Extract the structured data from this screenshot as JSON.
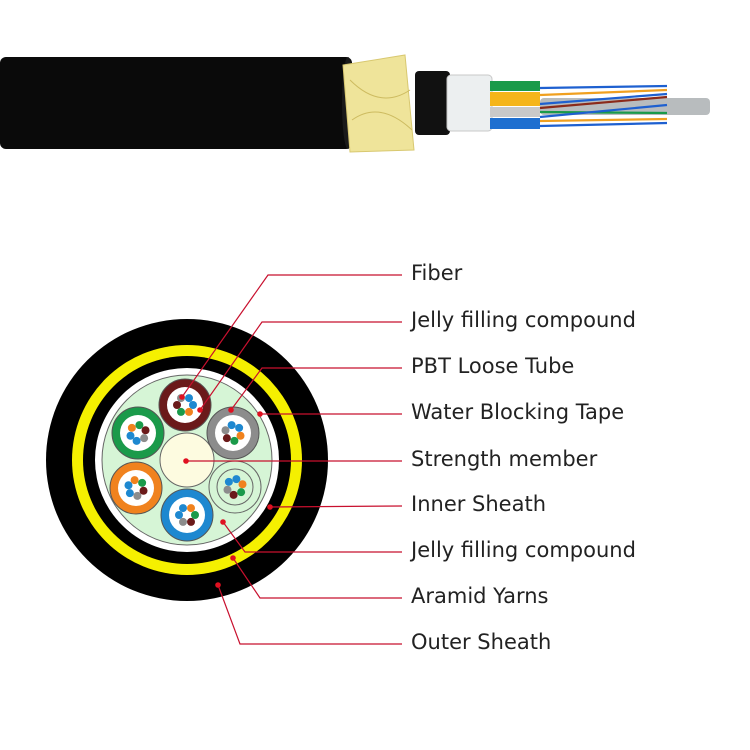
{
  "labels": [
    "Fiber",
    "Jelly filling compound",
    "PBT Loose Tube",
    "Water Blocking Tape",
    "Strength member",
    "Inner Sheath",
    "Jelly filling compound",
    "Aramid Yarns",
    "Outer Sheath"
  ],
  "colors": {
    "leader_line": "#c8102e",
    "outer_sheath": "#000000",
    "aramid": "#f5f000",
    "jelly": "#d6f5d6",
    "strength_member": "#fdfbe0",
    "tubes": [
      "#6b1a1a",
      "#8c8c8c",
      "#d6f5d6",
      "#1e88d0",
      "#f0821e",
      "#1a9a4a"
    ]
  }
}
